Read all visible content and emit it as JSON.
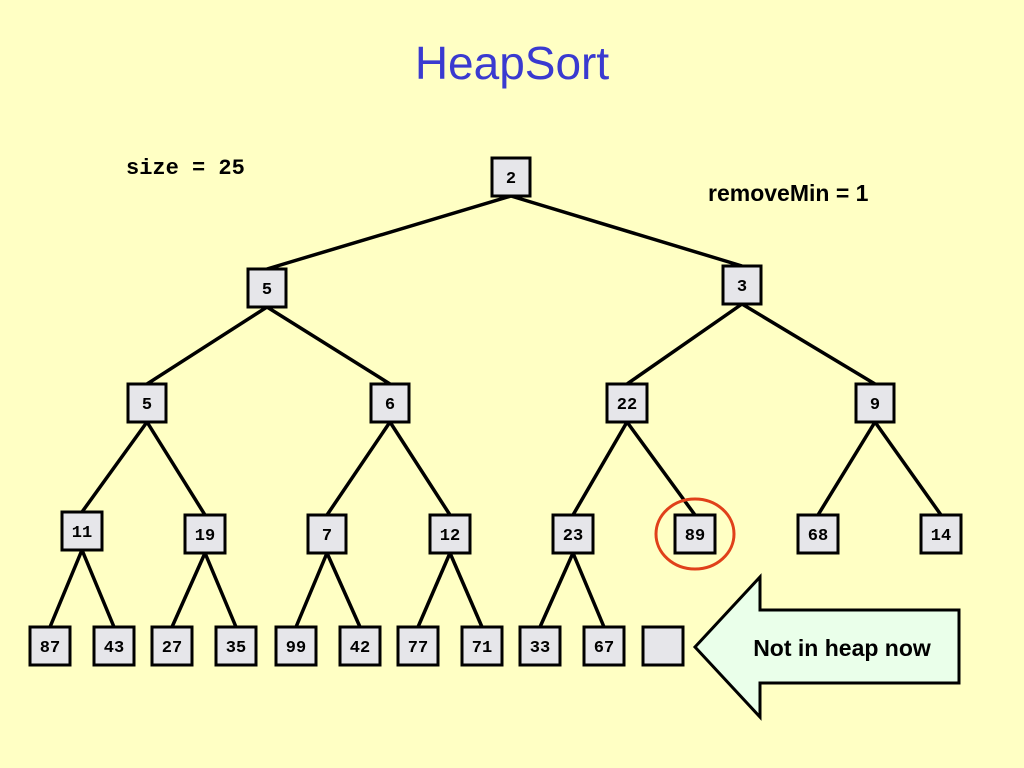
{
  "title": "HeapSort",
  "size_label": "size = 25",
  "remove_min_label": "removeMin = 1",
  "arrow_label": "Not in heap now",
  "colors": {
    "background": "#ffffc4",
    "title": "#3a3ad0",
    "node_fill": "#e6e6ea",
    "highlight_circle": "#e0401a",
    "arrow_fill": "#eaffea"
  },
  "nodes": [
    {
      "id": "n1",
      "value": "2"
    },
    {
      "id": "n2",
      "value": "5"
    },
    {
      "id": "n3",
      "value": "3"
    },
    {
      "id": "n4",
      "value": "5"
    },
    {
      "id": "n5",
      "value": "6"
    },
    {
      "id": "n6",
      "value": "22"
    },
    {
      "id": "n7",
      "value": "9"
    },
    {
      "id": "n8",
      "value": "11"
    },
    {
      "id": "n9",
      "value": "19"
    },
    {
      "id": "n10",
      "value": "7"
    },
    {
      "id": "n11",
      "value": "12"
    },
    {
      "id": "n12",
      "value": "23"
    },
    {
      "id": "n13",
      "value": "89",
      "highlighted": true
    },
    {
      "id": "n14",
      "value": "68"
    },
    {
      "id": "n15",
      "value": "14"
    },
    {
      "id": "n16",
      "value": "87"
    },
    {
      "id": "n17",
      "value": "43"
    },
    {
      "id": "n18",
      "value": "27"
    },
    {
      "id": "n19",
      "value": "35"
    },
    {
      "id": "n20",
      "value": "99"
    },
    {
      "id": "n21",
      "value": "42"
    },
    {
      "id": "n22",
      "value": "77"
    },
    {
      "id": "n23",
      "value": "71"
    },
    {
      "id": "n24",
      "value": "33"
    },
    {
      "id": "n25",
      "value": "67"
    },
    {
      "id": "n26",
      "value": "",
      "empty": true
    }
  ],
  "edges": [
    [
      "n1",
      "n2"
    ],
    [
      "n1",
      "n3"
    ],
    [
      "n2",
      "n4"
    ],
    [
      "n2",
      "n5"
    ],
    [
      "n3",
      "n6"
    ],
    [
      "n3",
      "n7"
    ],
    [
      "n4",
      "n8"
    ],
    [
      "n4",
      "n9"
    ],
    [
      "n5",
      "n10"
    ],
    [
      "n5",
      "n11"
    ],
    [
      "n6",
      "n12"
    ],
    [
      "n6",
      "n13"
    ],
    [
      "n7",
      "n14"
    ],
    [
      "n7",
      "n15"
    ],
    [
      "n8",
      "n16"
    ],
    [
      "n8",
      "n17"
    ],
    [
      "n9",
      "n18"
    ],
    [
      "n9",
      "n19"
    ],
    [
      "n10",
      "n20"
    ],
    [
      "n10",
      "n21"
    ],
    [
      "n11",
      "n22"
    ],
    [
      "n11",
      "n23"
    ],
    [
      "n12",
      "n24"
    ],
    [
      "n12",
      "n25"
    ]
  ]
}
